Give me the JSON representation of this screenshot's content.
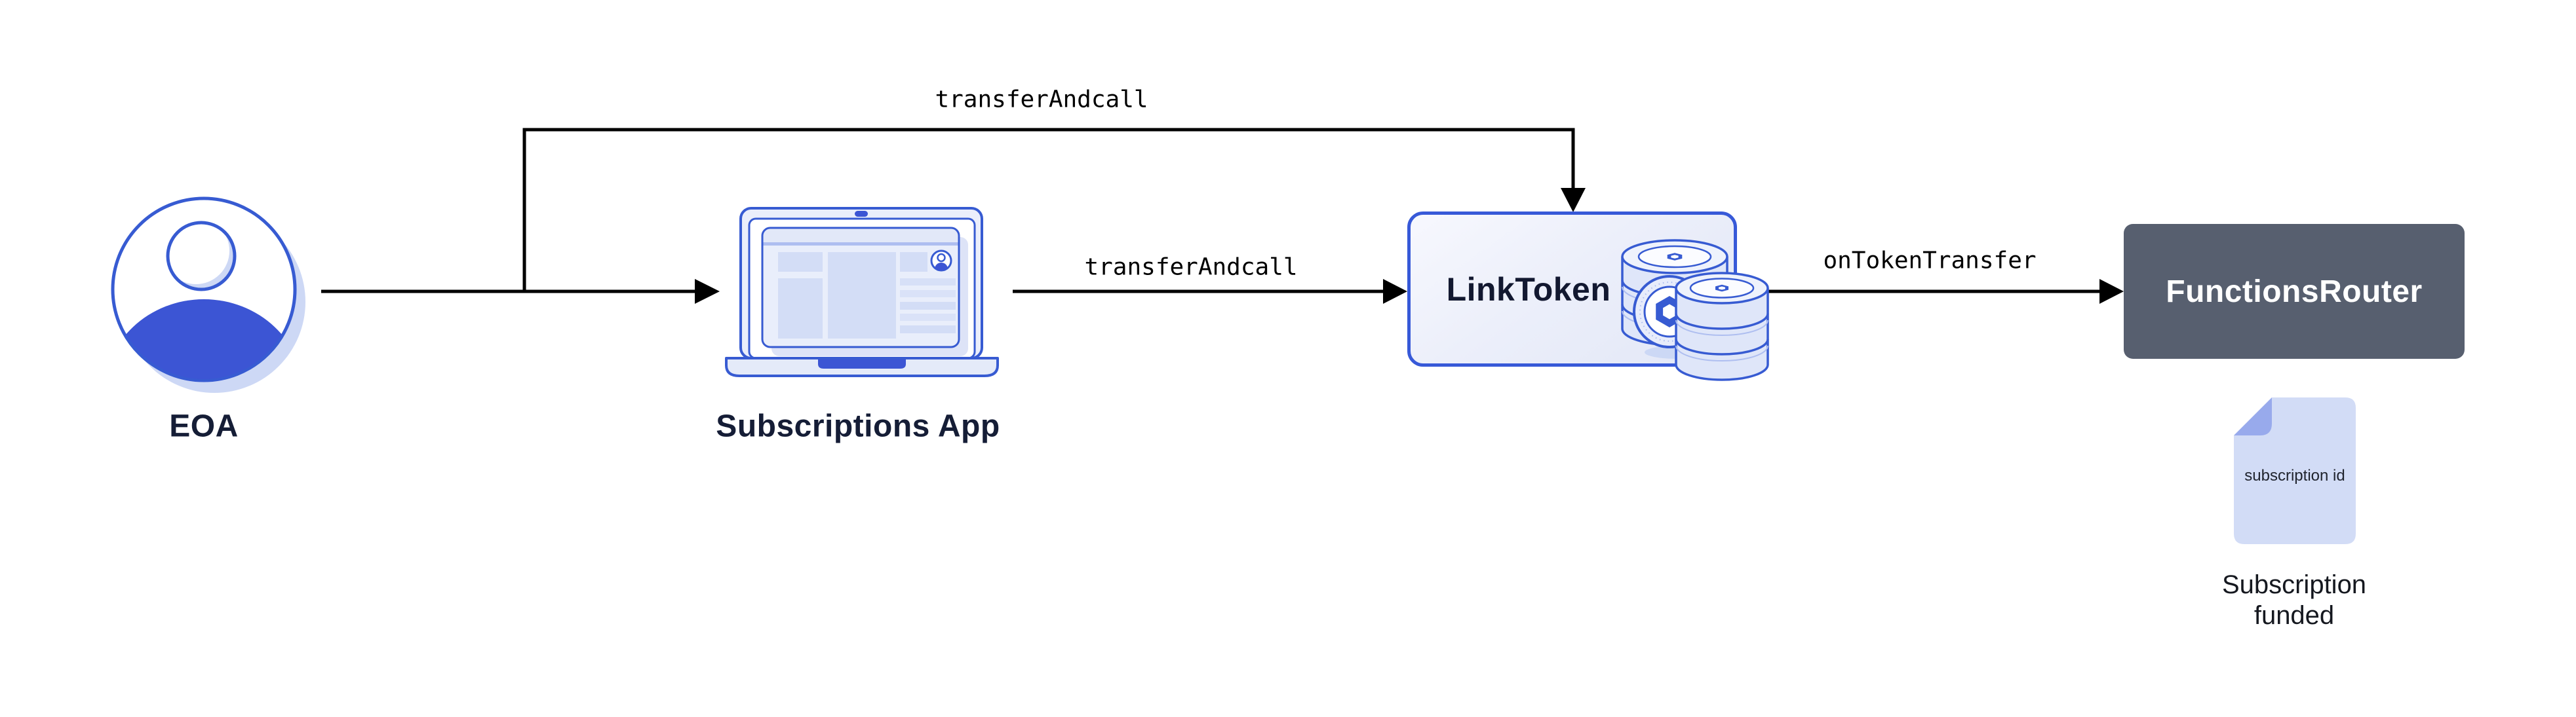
{
  "diagram": {
    "nodes": {
      "eoa": {
        "label": "EOA"
      },
      "subscriptions_app": {
        "label": "Subscriptions App"
      },
      "link_token": {
        "label": "LinkToken"
      },
      "functions_router": {
        "label": "FunctionsRouter"
      },
      "subscription_doc": {
        "text": "subscription id",
        "caption": "Subscription funded"
      }
    },
    "edges": {
      "eoa_branch_to_linktoken": {
        "label": "transferAndcall"
      },
      "app_to_linktoken": {
        "label": "transferAndcall"
      },
      "linktoken_to_router": {
        "label": "onTokenTransfer"
      }
    },
    "colors": {
      "accent_blue": "#375bd2",
      "fill_blue": "#3c55d4",
      "light_lavender": "#e9eefb",
      "slate": "#575f6f",
      "doc_body": "#d2dcf6",
      "doc_fold": "#98aaec",
      "arrow": "#000000"
    }
  }
}
